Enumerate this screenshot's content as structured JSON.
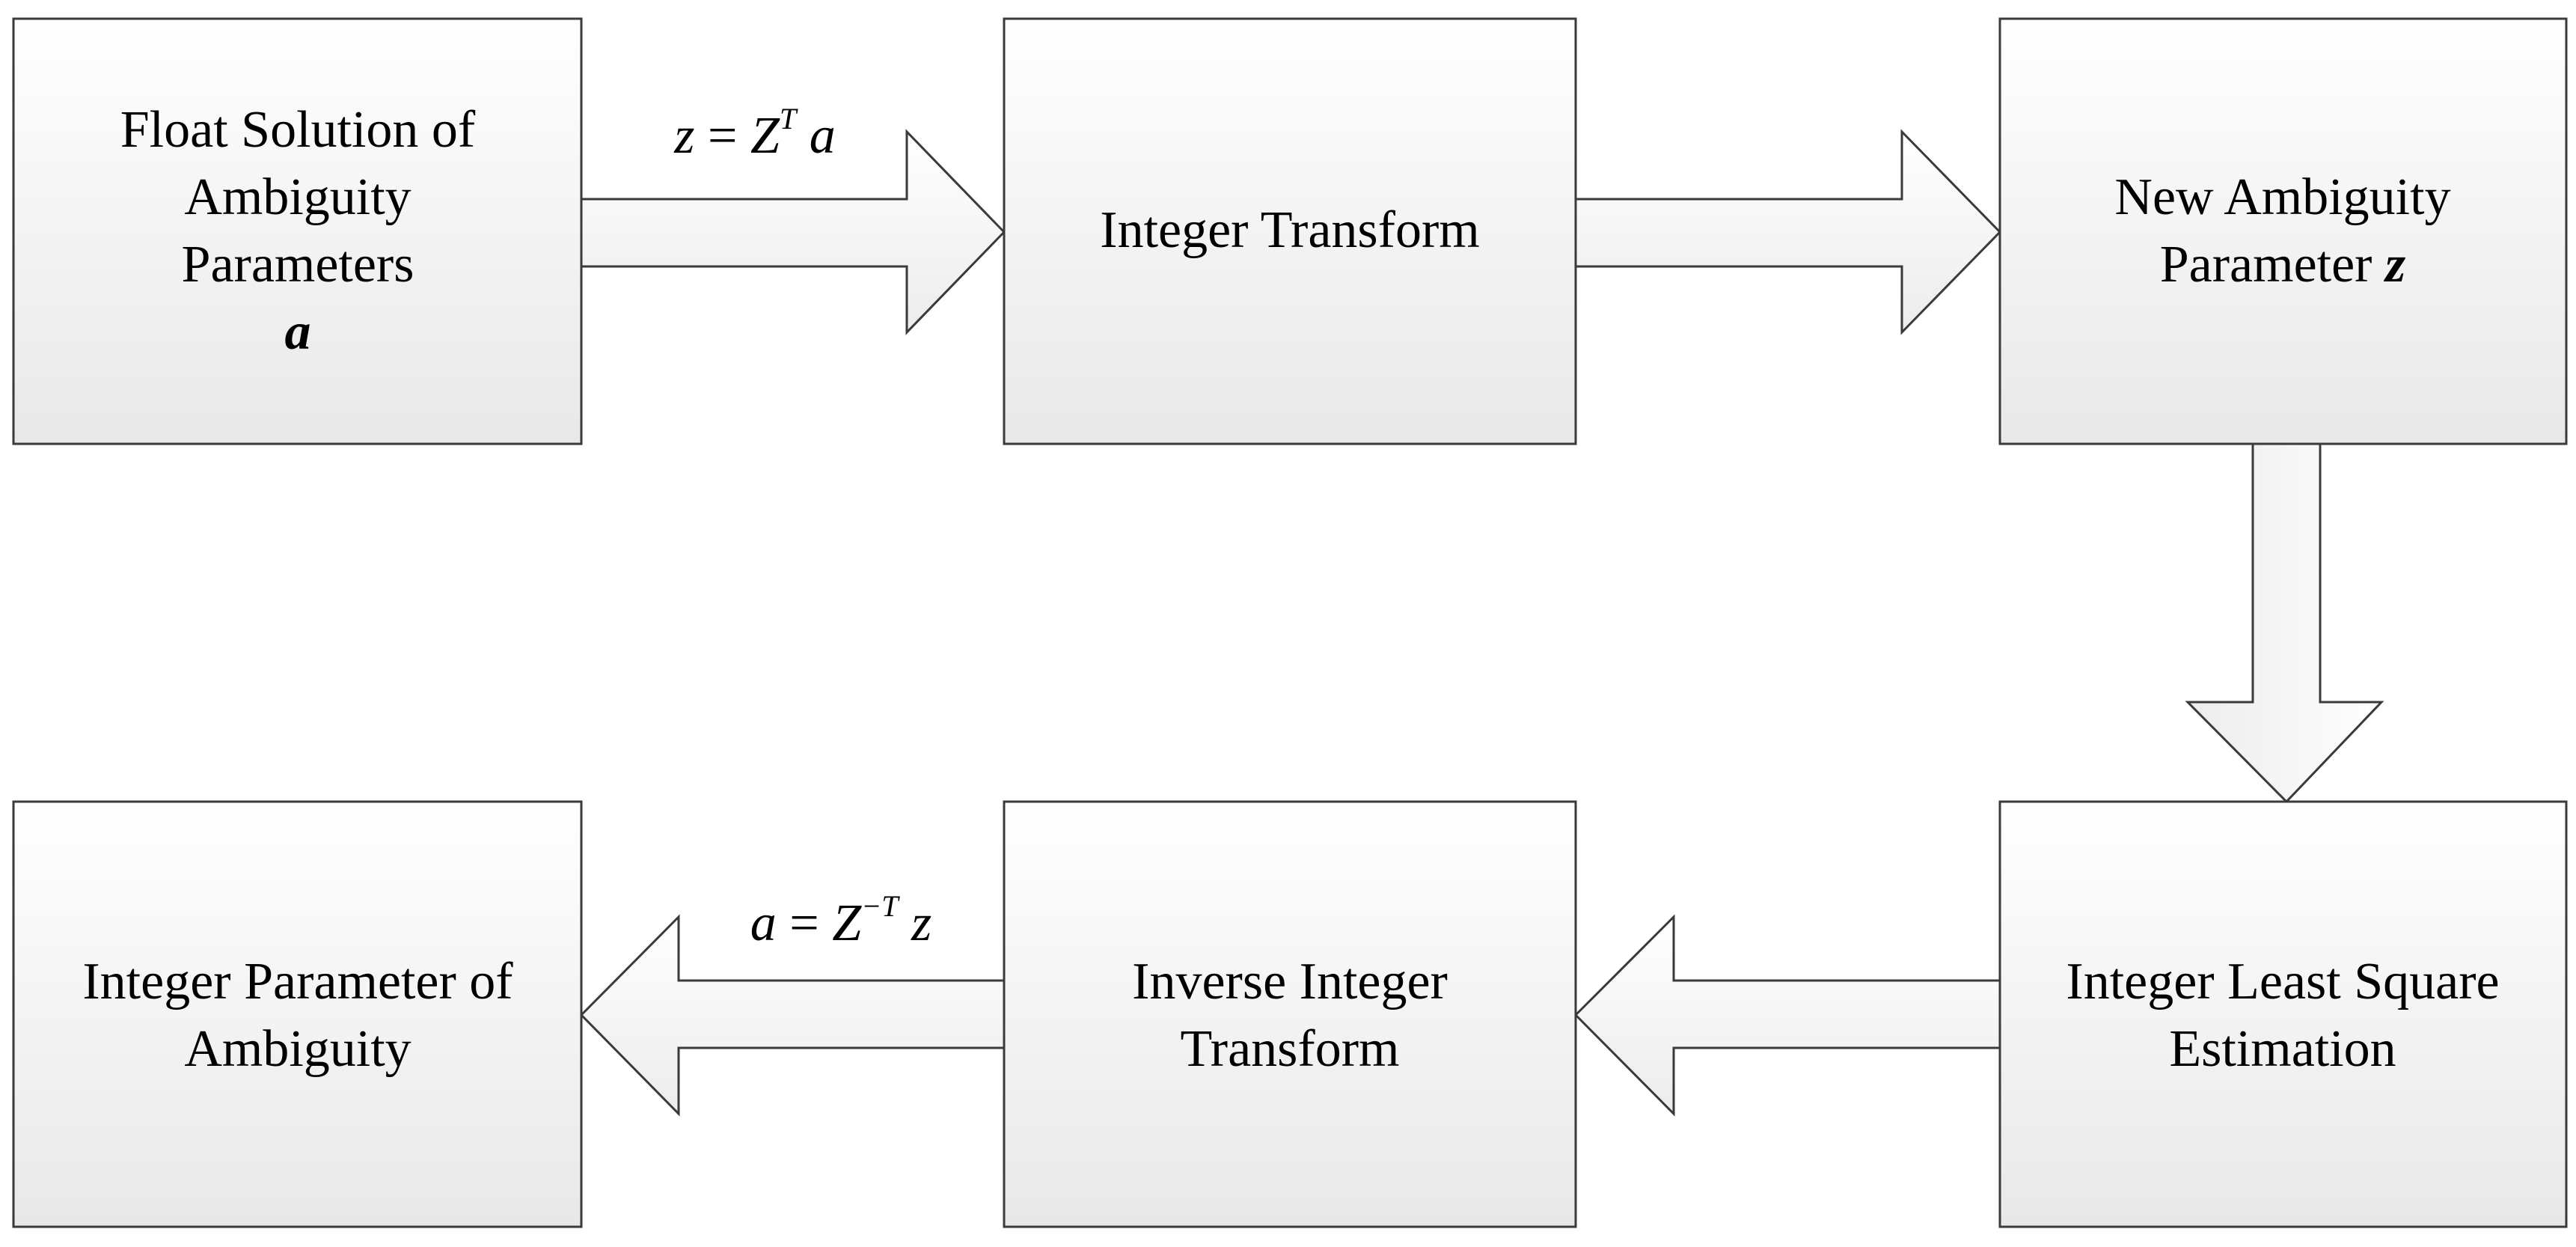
{
  "colors": {
    "box_fill_top": "#ffffff",
    "box_fill_bottom": "#e8e8e8",
    "arrow_fill_top": "#ffffff",
    "arrow_fill_bottom": "#ececec",
    "stroke": "#3a3a3a",
    "text": "#000000"
  },
  "boxes": {
    "float_solution": {
      "line1": "Float Solution of",
      "line2": "Ambiguity",
      "line3": "Parameters",
      "variable": "a"
    },
    "integer_transform": {
      "line1": "Integer Transform"
    },
    "new_ambiguity": {
      "line1": "New Ambiguity",
      "line2": "Parameter ",
      "variable": "z"
    },
    "least_square": {
      "line1": "Integer Least Square",
      "line2": "Estimation"
    },
    "inverse_transform": {
      "line1": "Inverse Integer",
      "line2": "Transform"
    },
    "integer_parameter": {
      "line1": "Integer Parameter of",
      "line2": "Ambiguity"
    }
  },
  "formulas": {
    "forward": {
      "lhs": "z",
      "equals": " = ",
      "base": "Z",
      "superscript": "T",
      "rhs": " a"
    },
    "inverse": {
      "lhs": "a",
      "equals": " = ",
      "base": "Z",
      "superscript": "−T",
      "rhs": " z"
    }
  }
}
